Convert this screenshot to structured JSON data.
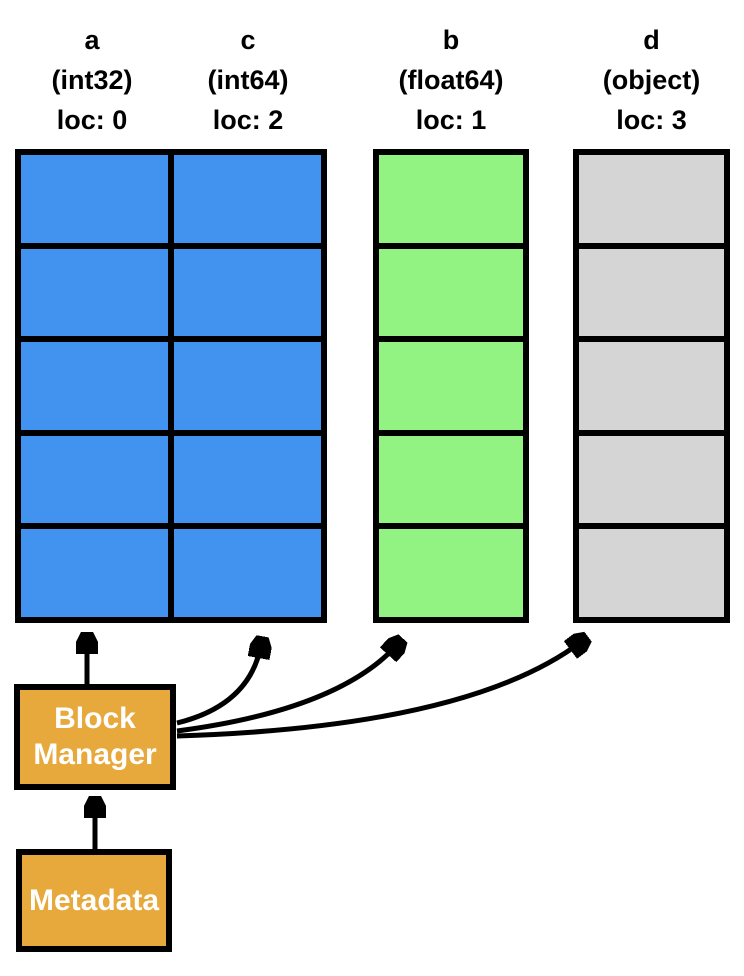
{
  "diagram": {
    "title_hint": "pandas DataFrame BlockManager layout",
    "columns": [
      {
        "name": "a",
        "dtype": "(int32)",
        "loc": "loc: 0",
        "block": "int"
      },
      {
        "name": "c",
        "dtype": "(int64)",
        "loc": "loc: 2",
        "block": "int"
      },
      {
        "name": "b",
        "dtype": "(float64)",
        "loc": "loc: 1",
        "block": "float"
      },
      {
        "name": "d",
        "dtype": "(object)",
        "loc": "loc: 3",
        "block": "object"
      }
    ],
    "rows_per_column": 5,
    "colors": {
      "int_block": "#4292f0",
      "float_block": "#92f282",
      "object_block": "#d5d5d5",
      "manager_box": "#e8a93c",
      "border": "#000000",
      "arrow": "#000000",
      "box_text": "#ffffff",
      "header_text": "#000000"
    },
    "boxes": {
      "block_manager": {
        "line1": "Block",
        "line2": "Manager"
      },
      "metadata": {
        "label": "Metadata"
      }
    }
  }
}
